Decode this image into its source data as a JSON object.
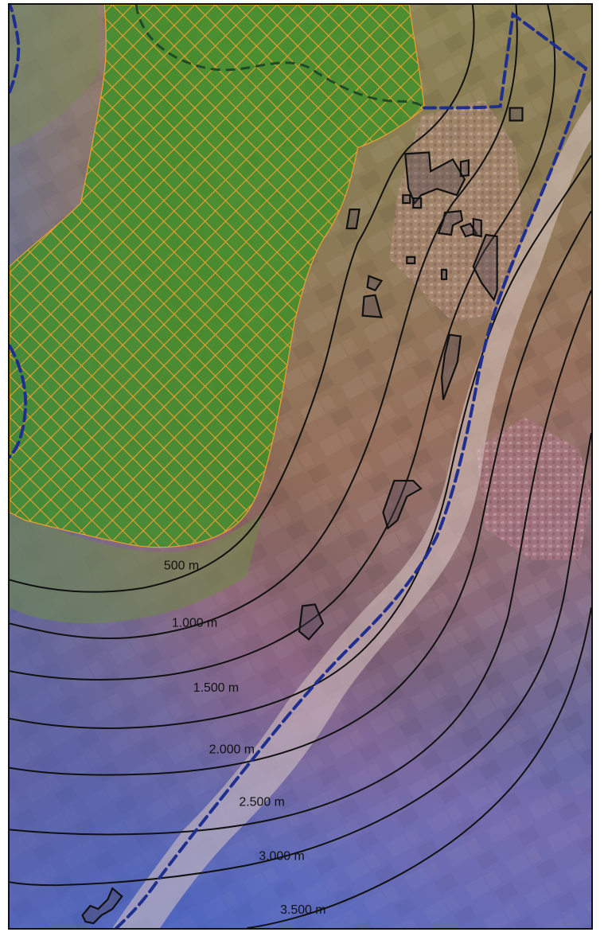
{
  "map": {
    "colors": {
      "protected_area_fill": "#3f8f2a",
      "protected_area_hatch": "#f0a030",
      "buffer_line": "#111111",
      "admin_boundary": "#1f2f8f",
      "river_bed": "#d9c7c2",
      "terrain_north": "#8f8a55",
      "terrain_middle": "#9a7058",
      "terrain_south": "#6a74b8"
    },
    "buffer_labels": [
      "500 m",
      "1.000 m",
      "1.500 m",
      "2.000 m",
      "2.500 m",
      "3.000 m",
      "3.500 m"
    ]
  }
}
